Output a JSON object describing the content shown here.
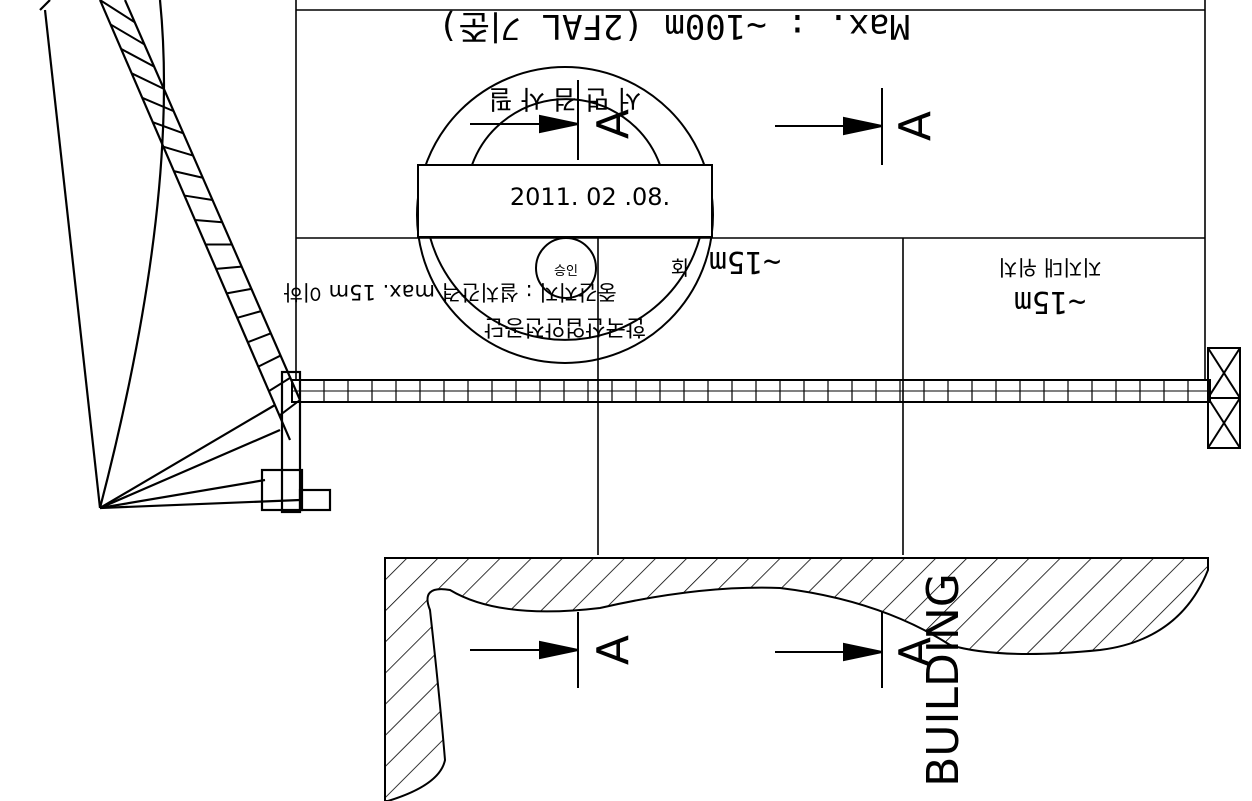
{
  "drawing": {
    "max_length": "Max. : ~100m (2FAL 기준)",
    "span_mid": "중간지지 : 설치간격 max. 15m 이하",
    "span_right": "~15m",
    "support_mid_label": "~15m",
    "support_right_label": "지지대 위치",
    "section_marker": "A",
    "building_label": "BUILDING"
  },
  "stamp": {
    "text_top": "서 면 검 사 필",
    "date": "2011. 02 .08.",
    "text_bottom": "한국산업안전공단",
    "text_side_right": "회",
    "center_text": "승인"
  },
  "colors": {
    "line": "#000000",
    "background": "#ffffff"
  }
}
